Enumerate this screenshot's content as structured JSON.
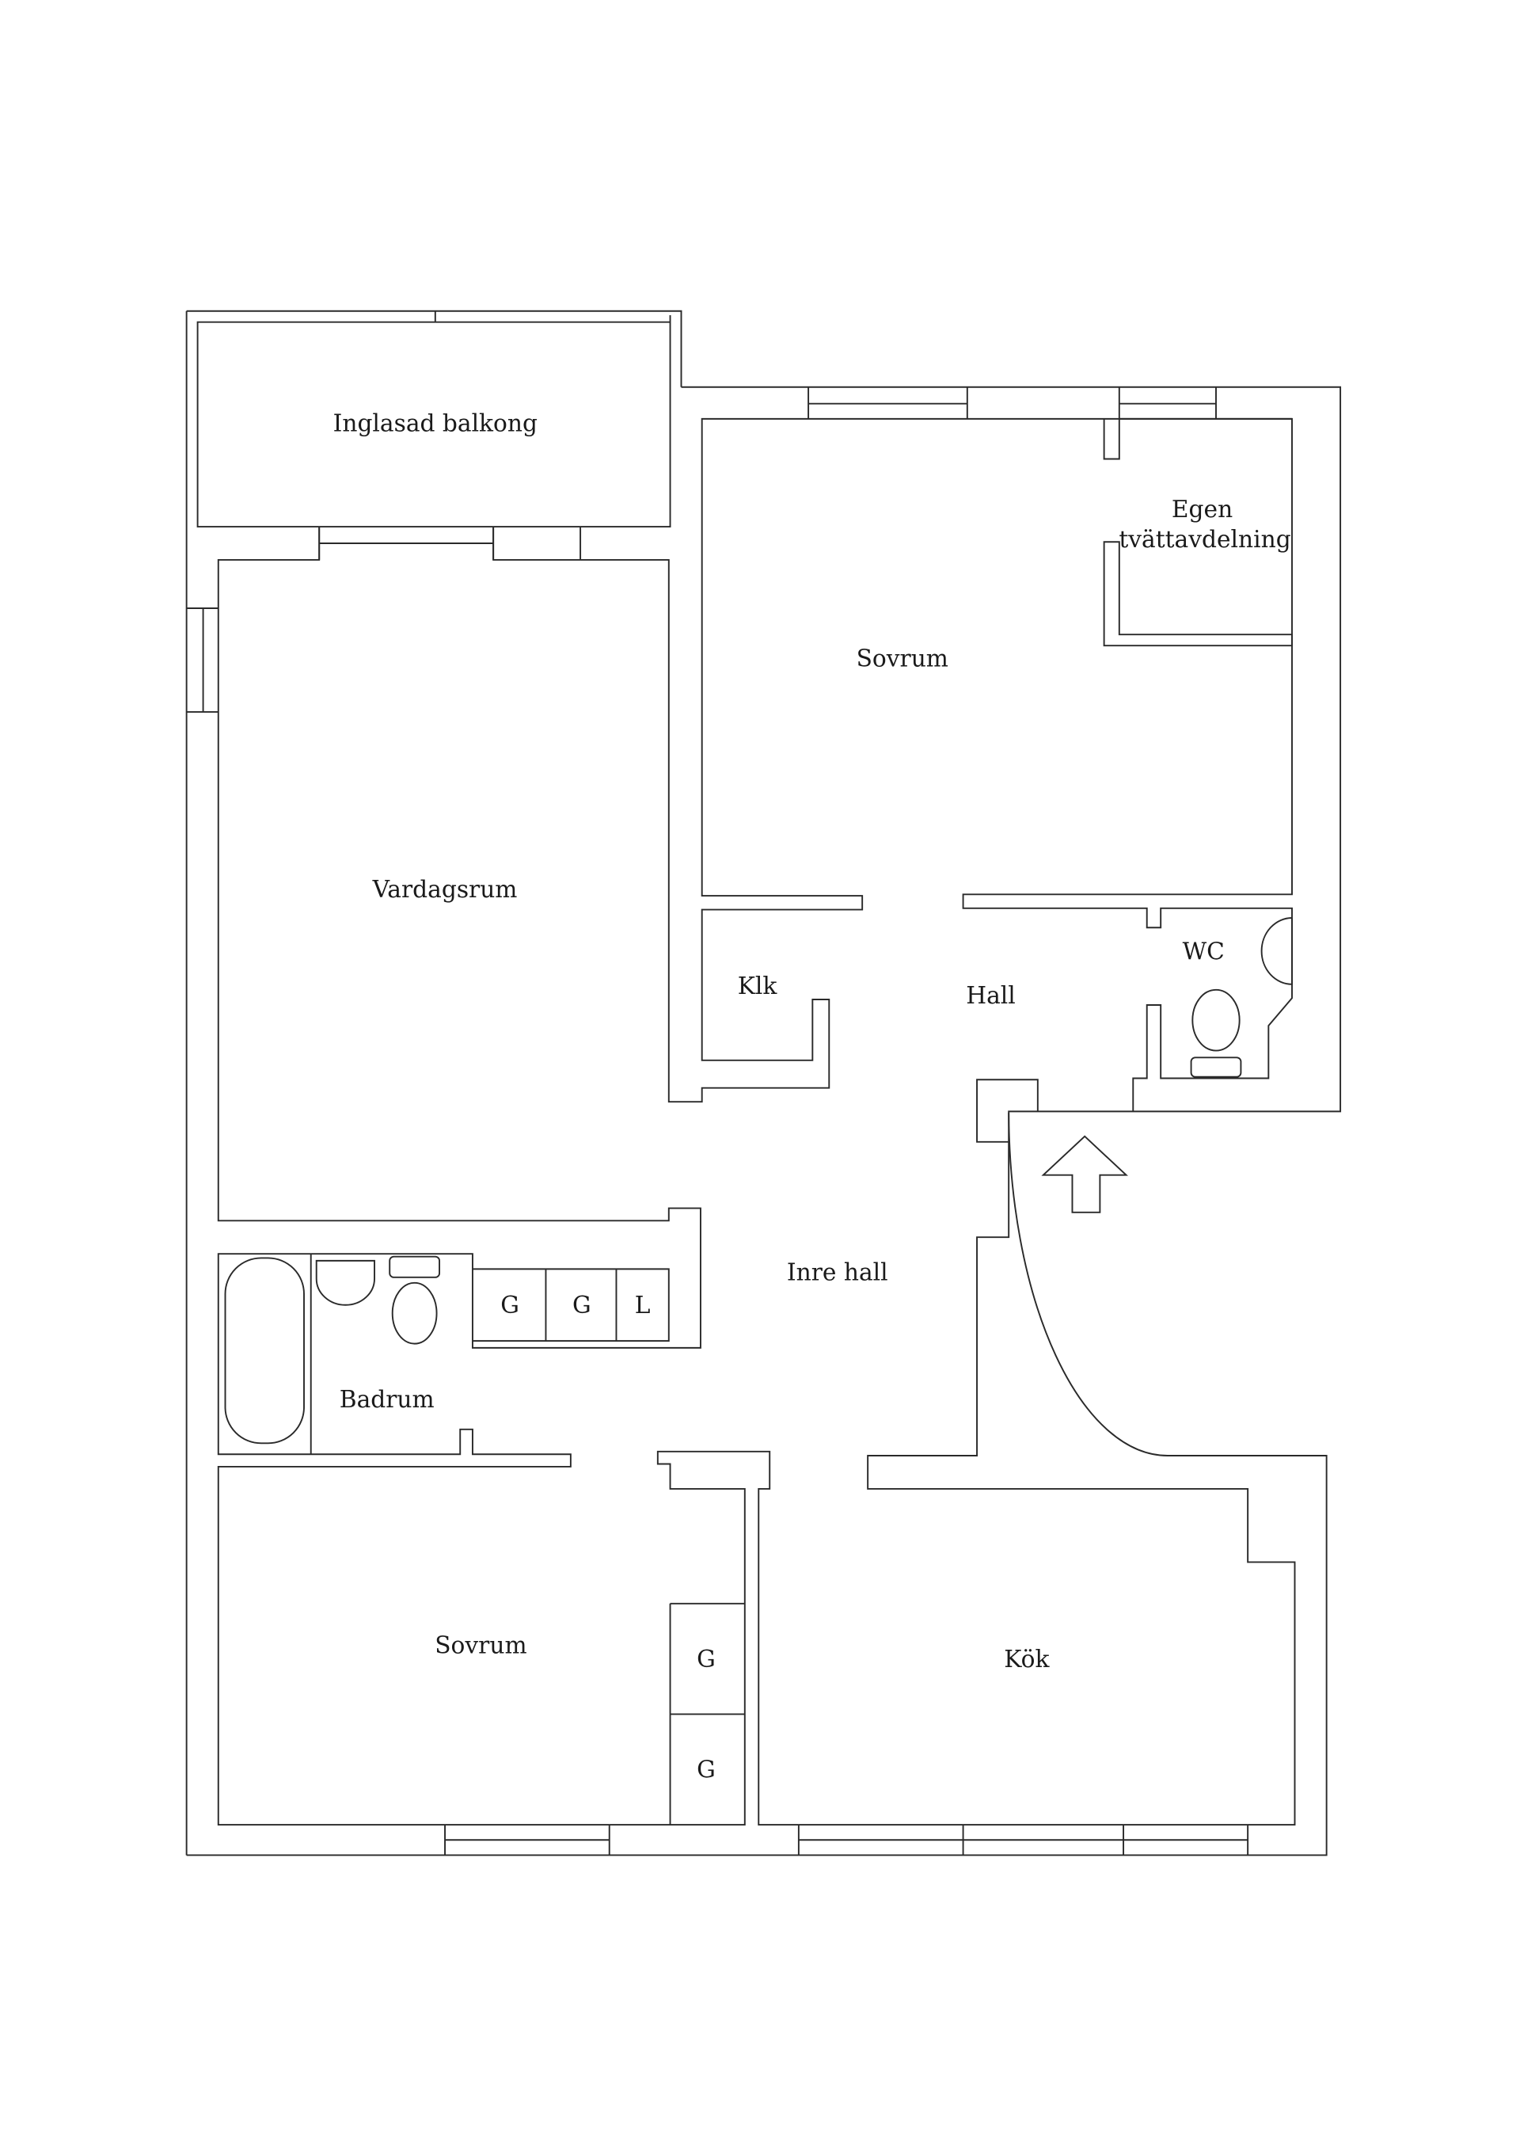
{
  "rooms": {
    "balcony": "Inglasad balkong",
    "bedroom_top": "Sovrum",
    "laundry_line1": "Egen",
    "laundry_line2": "tvättavdelning",
    "living_room": "Vardagsrum",
    "closet": "Klk",
    "hall": "Hall",
    "wc": "WC",
    "inner_hall": "Inre hall",
    "bathroom": "Badrum",
    "bedroom_bottom": "Sovrum",
    "kitchen": "Kök"
  },
  "storage": {
    "hall_wardrobe_1": "G",
    "hall_wardrobe_2": "G",
    "hall_linen": "L",
    "bedroom_wardrobe_1": "G",
    "bedroom_wardrobe_2": "G"
  }
}
